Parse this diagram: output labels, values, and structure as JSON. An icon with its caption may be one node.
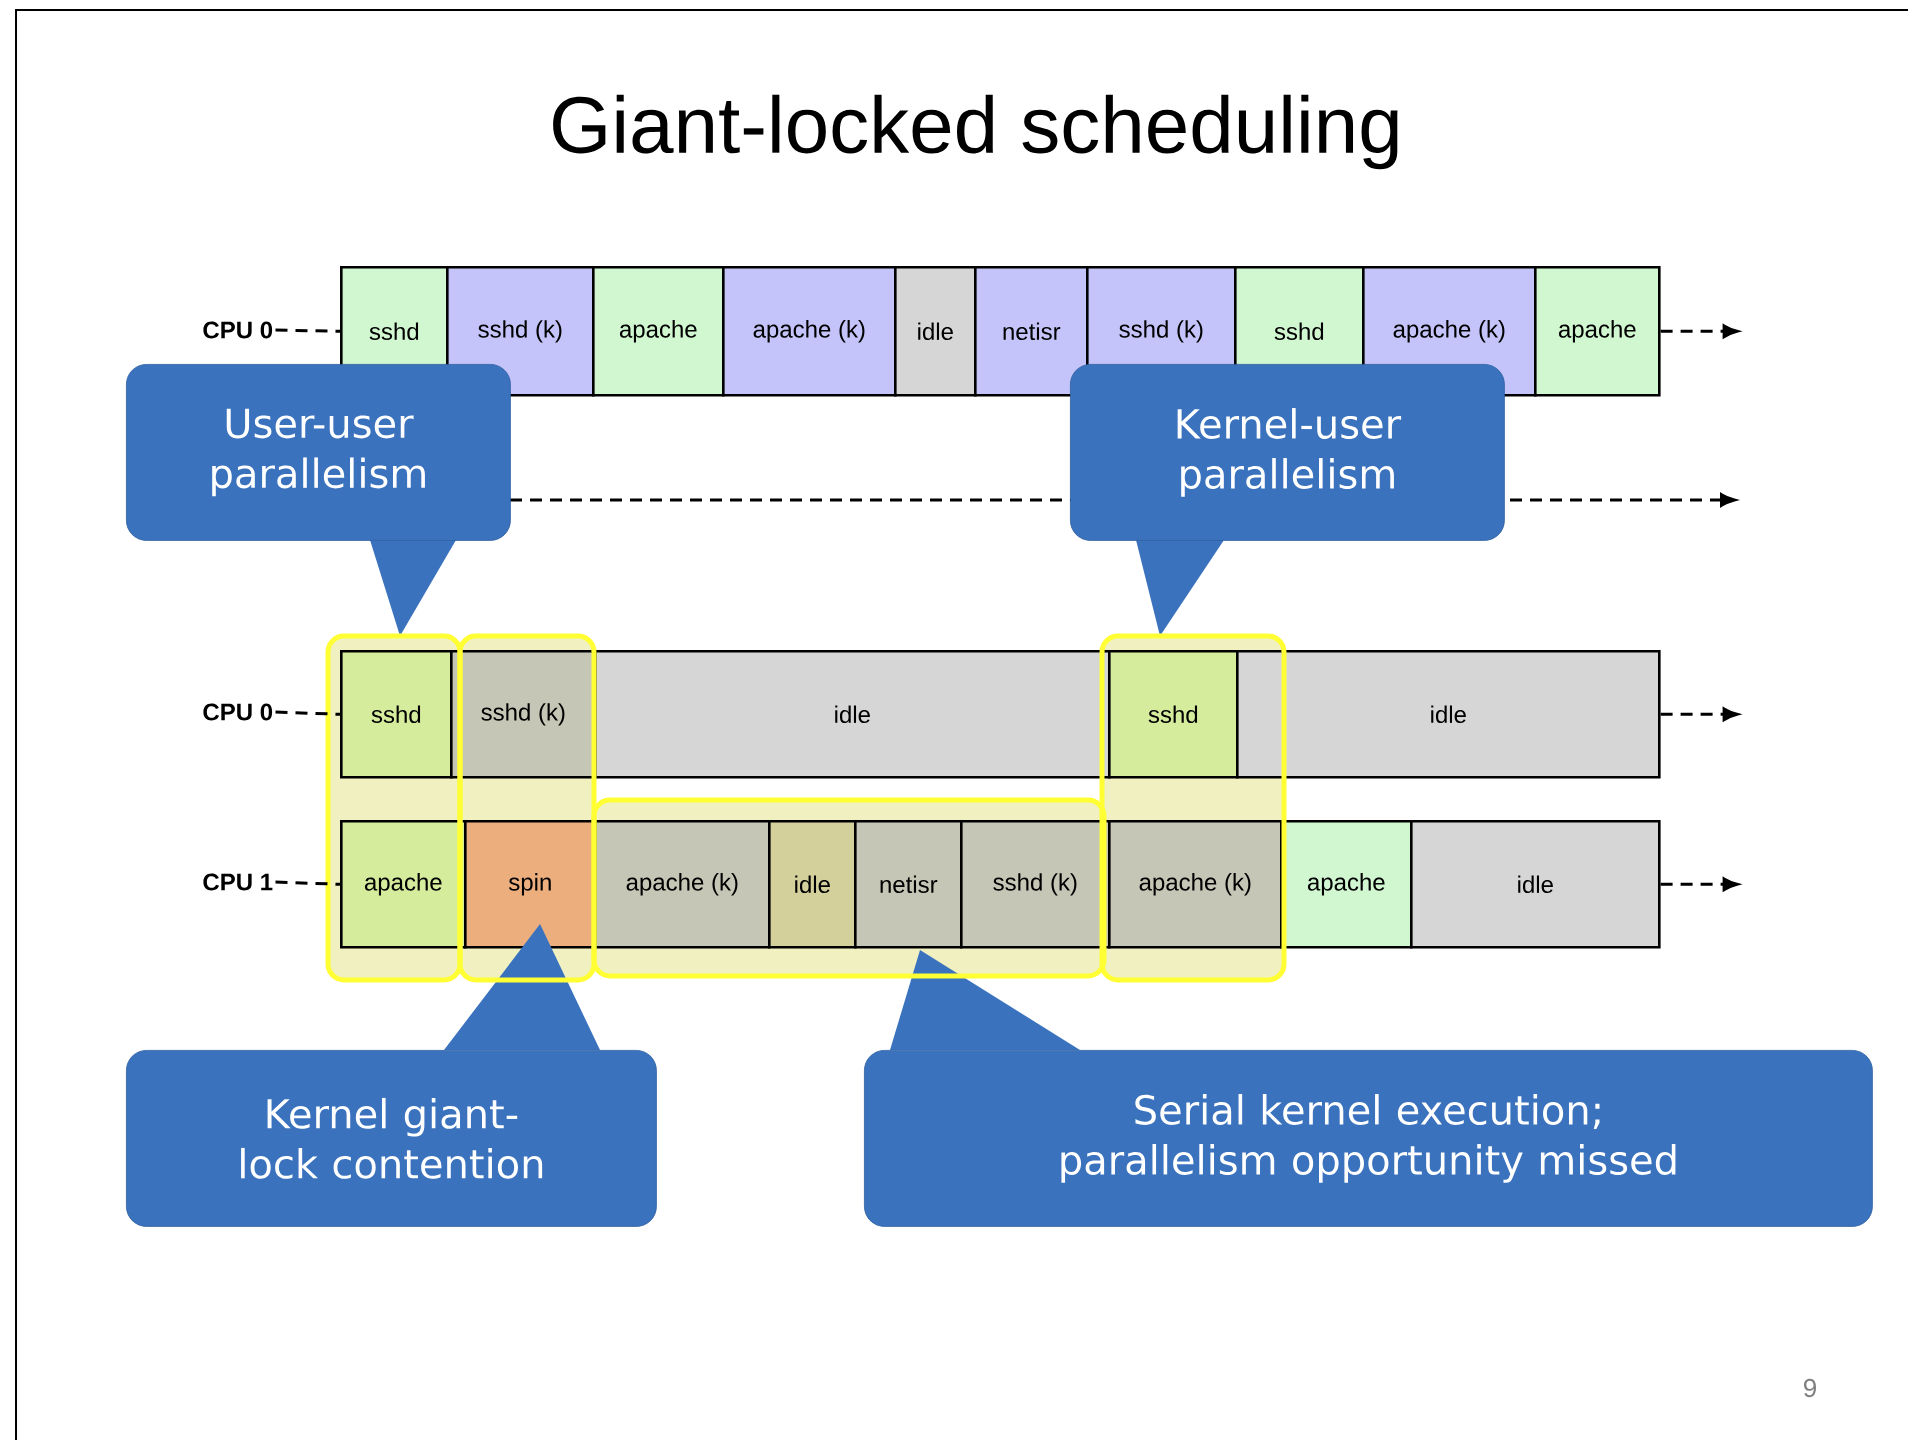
{
  "diagram": {
    "title": "Giant-locked scheduling",
    "nodes": [
      {
        "text": [
          "CPU 0"
        ]
      },
      {
        "text": [
          "sshd"
        ]
      },
      {
        "text": [
          "sshd (k)"
        ]
      },
      {
        "text": [
          "apache"
        ]
      },
      {
        "text": [
          "apache (k)"
        ]
      },
      {
        "text": [
          "idle"
        ]
      },
      {
        "text": [
          "netisr"
        ]
      },
      {
        "text": [
          "sshd (k)"
        ]
      },
      {
        "text": [
          "sshd"
        ]
      },
      {
        "text": [
          "apache (k)"
        ]
      },
      {
        "text": [
          "apache"
        ]
      },
      {
        "text": [
          "User-user parallelism"
        ]
      },
      {
        "text": [
          "Kernel-user parallelism"
        ]
      },
      {
        "text": [
          "CPU 0"
        ]
      },
      {
        "text": [
          "sshd"
        ]
      },
      {
        "text": [
          "sshd (k)"
        ]
      },
      {
        "text": [
          "idle"
        ]
      },
      {
        "text": [
          "sshd"
        ]
      },
      {
        "text": [
          "idle"
        ]
      },
      {
        "text": [
          "CPU 1"
        ]
      },
      {
        "text": [
          "apache"
        ]
      },
      {
        "text": [
          "spin"
        ]
      },
      {
        "text": [
          "apache (k)"
        ]
      },
      {
        "text": [
          "idle"
        ]
      },
      {
        "text": [
          "netisr"
        ]
      },
      {
        "text": [
          "sshd (k)"
        ]
      },
      {
        "text": [
          "apache (k)"
        ]
      },
      {
        "text": [
          "apache"
        ]
      },
      {
        "text": [
          "idle"
        ]
      },
      {
        "text": [
          "Kernel giant-lock contention"
        ]
      },
      {
        "text": [
          "Serial kernel execution; parallelism opportunity missed"
        ]
      }
    ],
    "edges": [
      {
        "from": 0,
        "to": 1,
        "arrow": "none",
        "style": "dashed"
      },
      {
        "from": 10,
        "to": null,
        "arrow": "to",
        "style": "dashed"
      },
      {
        "from": 13,
        "to": 14,
        "arrow": "none",
        "style": "dashed"
      },
      {
        "from": 18,
        "to": null,
        "arrow": "to",
        "style": "dashed"
      },
      {
        "from": 19,
        "to": 20,
        "arrow": "none",
        "style": "dashed"
      },
      {
        "from": 28,
        "to": null,
        "arrow": "to",
        "style": "dashed"
      }
    ],
    "labels": [
      "9"
    ]
  }
}
